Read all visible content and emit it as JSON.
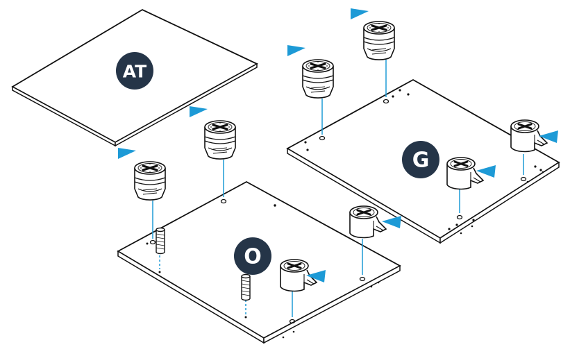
{
  "badges": {
    "at": "AT",
    "g": "G",
    "o": "O"
  },
  "colors": {
    "badge_fill": "#253548",
    "arrow": "#1d9ad6",
    "line": "#111111",
    "panel_fill": "#ffffff"
  },
  "icons": {
    "arrow": "blue-pointer-arrow-icon",
    "cam_lock": "cam-lock-fitting-icon",
    "dowel": "wooden-dowel-icon"
  }
}
